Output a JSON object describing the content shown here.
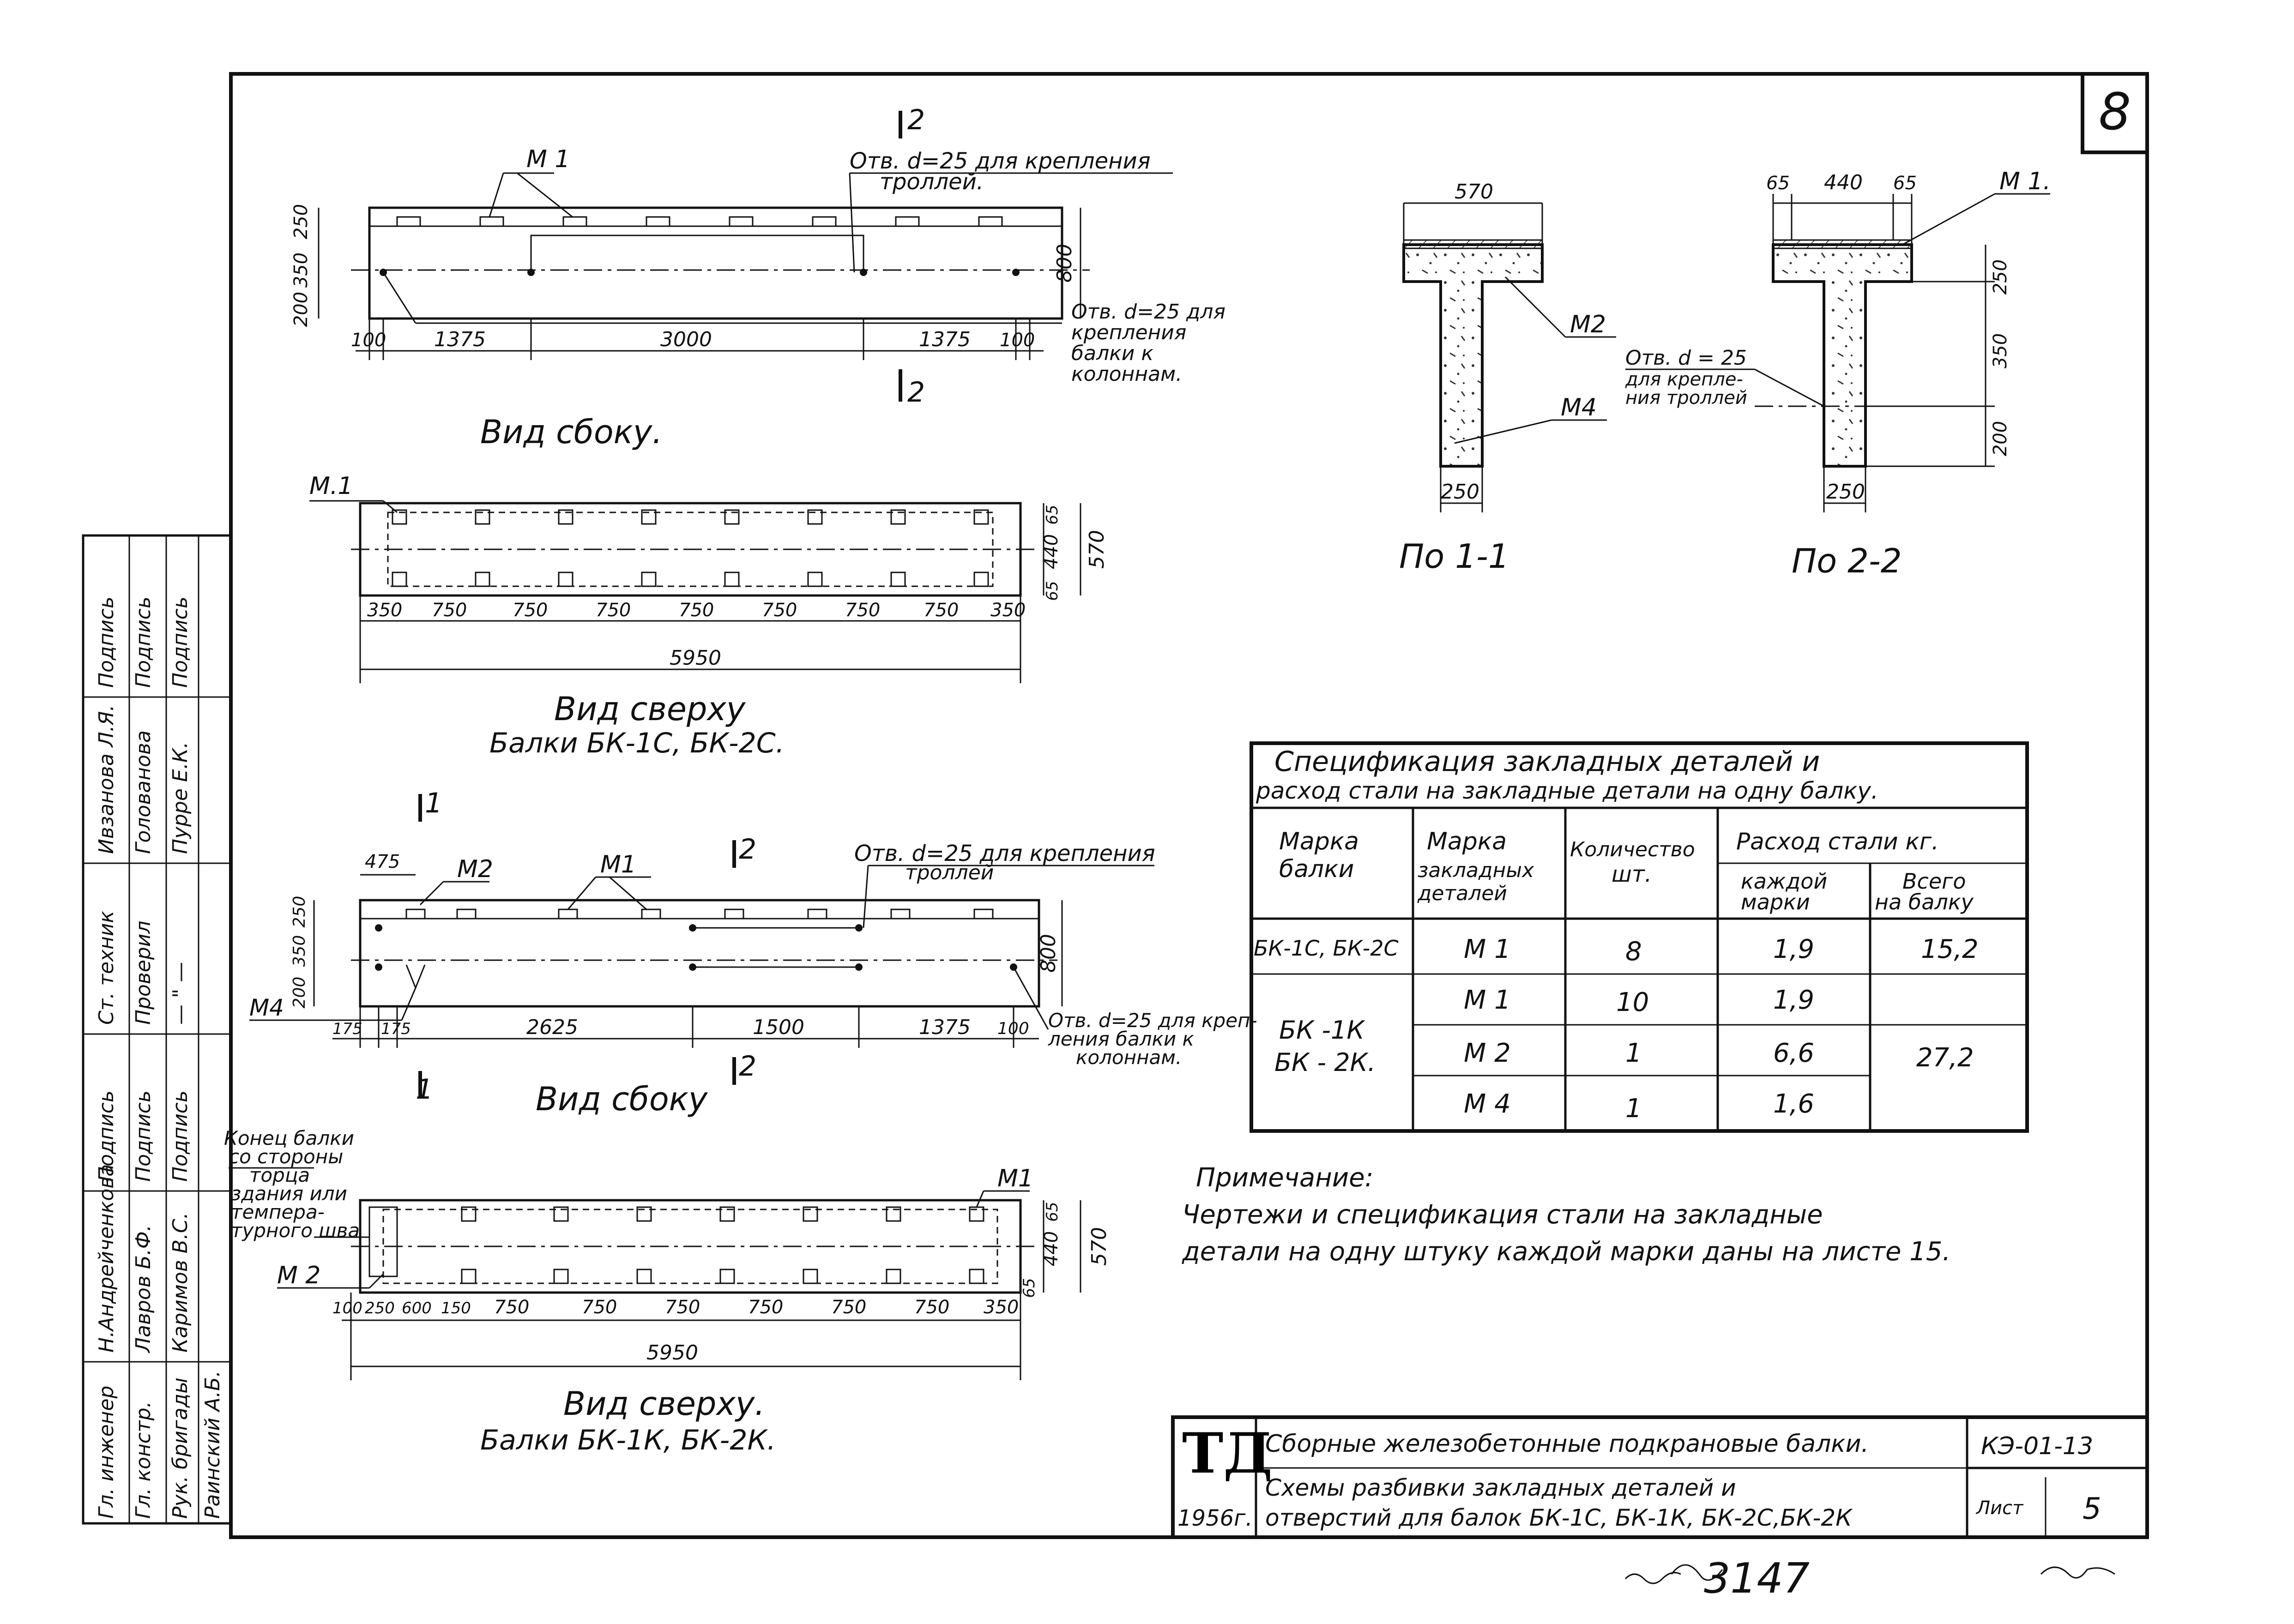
{
  "sheet": {
    "sheet_number": "8",
    "org_mark": "ТД",
    "year": "1956г.",
    "title_line_1": "Сборные железобетонные подкрановые балки.",
    "title_line_2": "Схемы разбивки закладных деталей и",
    "title_line_3": "отверстий для балок БК-1С, БК-1К, БК-2С,БК-2К",
    "code": "КЭ-01-13",
    "list_label": "Лист",
    "list_number": "5",
    "archive_number": "3147"
  },
  "side_panel": {
    "col1": [
      "Ст. техник",
      "Проверил",
      "— \" —"
    ],
    "col2": [
      "Ивзанова Л.Я.",
      "Голованова",
      "Пурре Е.К."
    ],
    "col3": [
      "Подпись",
      "Подпись",
      "Подпись"
    ],
    "col4": [
      "Н.Андрейченкова",
      "Лавров Б.Ф.",
      "Каримов В.С."
    ],
    "col5": [
      "Подпись",
      "Подпись",
      "Подпись"
    ],
    "col6": [
      "Гл. инженер",
      "Гл. констр.",
      "Рук. бригады"
    ],
    "col7": [
      "Раинский А.Б.",
      "",
      ""
    ]
  },
  "view1": {
    "mark_m1": "М 1",
    "section_mark": "2",
    "note_top_1": "Отв. d=25 для крепления",
    "note_top_2": "троллей.",
    "note_bottom_1": "Отв. d=25 для",
    "note_bottom_2": "крепления",
    "note_bottom_3": "балки к",
    "note_bottom_4": "колоннам.",
    "dim_height": "800",
    "dims_vert": [
      "250",
      "350",
      "200"
    ],
    "dims_horiz": [
      "100",
      "1375",
      "3000",
      "1375",
      "100"
    ],
    "caption": "Вид сбоку."
  },
  "view2": {
    "mark_m1": "М.1",
    "dims_right": [
      "65",
      "440",
      "65"
    ],
    "dim_width": "570",
    "dims_horiz": [
      "350",
      "750",
      "750",
      "750",
      "750",
      "750",
      "750",
      "750",
      "350"
    ],
    "dim_total": "5950",
    "caption_1": "Вид сверху",
    "caption_2": "Балки БК-1С, БК-2С."
  },
  "section11": {
    "dim_top": "570",
    "mark_m2": "М2",
    "mark_m4": "М4",
    "dim_bottom": "250",
    "caption": "По 1-1"
  },
  "section22": {
    "dims_top": [
      "65",
      "440",
      "65"
    ],
    "mark_m1": "М 1.",
    "note_1": "Отв. d = 25",
    "note_2": "для крепле-",
    "note_3": "ния троллей",
    "dims_right": [
      "250",
      "350",
      "200"
    ],
    "dim_bottom": "250",
    "caption": "По 2-2"
  },
  "view3": {
    "section_mark_1": "1",
    "section_mark_2": "2",
    "dim_475": "475",
    "mark_m2": "М2",
    "mark_m1": "М1",
    "mark_m4": "М4",
    "note_top_1": "Отв. d=25 для крепления",
    "note_top_2": "троллей",
    "note_bottom_1": "Отв. d=25 для креп-",
    "note_bottom_2": "ления балки к",
    "note_bottom_3": "колоннам.",
    "dim_height": "800",
    "dims_vert": [
      "250",
      "350",
      "200"
    ],
    "dims_horiz": [
      "175",
      "175",
      "2625",
      "1500",
      "1375",
      "100"
    ],
    "caption": "Вид сбоку"
  },
  "view4": {
    "note_1": "Конец балки",
    "note_2": "со стороны",
    "note_3": "торца",
    "note_4": "здания или",
    "note_5": "темпера-",
    "note_6": "турного шва",
    "mark_m1": "М1",
    "mark_m2": "М 2",
    "dims_right": [
      "65",
      "440",
      "65"
    ],
    "dim_width": "570",
    "dims_horiz": [
      "100",
      "250",
      "600",
      "150",
      "750",
      "750",
      "750",
      "750",
      "750",
      "750",
      "350"
    ],
    "dim_total": "5950",
    "caption_1": "Вид сверху.",
    "caption_2": "Балки БК-1К, БК-2К."
  },
  "spec_table": {
    "title_1": "Спецификация закладных деталей и",
    "title_2": "расход стали на закладные детали на одну балку.",
    "headers": {
      "beam": [
        "Марка",
        "балки"
      ],
      "part": [
        "Марка",
        "закладных",
        "деталей"
      ],
      "qty": [
        "Количество",
        "шт."
      ],
      "steel": "Расход стали кг.",
      "each": [
        "каждой",
        "марки"
      ],
      "total": [
        "Всего",
        "на балку"
      ]
    },
    "rows": [
      {
        "beam": "БК-1С, БК-2С",
        "part": "М 1",
        "qty": "8",
        "each": "1,9",
        "total": "15,2"
      },
      {
        "beam": "БК-1К БК-2К.",
        "part": "М 1",
        "qty": "10",
        "each": "1,9",
        "total": "27,2"
      },
      {
        "beam": "",
        "part": "М 2",
        "qty": "1",
        "each": "6,6",
        "total": ""
      },
      {
        "beam": "",
        "part": "М 4",
        "qty": "1",
        "each": "1,6",
        "total": ""
      }
    ]
  },
  "note": {
    "heading": "Примечание:",
    "line_1": "Чертежи и спецификация стали на закладные",
    "line_2": "детали на одну штуку каждой марки даны на листе 15."
  }
}
